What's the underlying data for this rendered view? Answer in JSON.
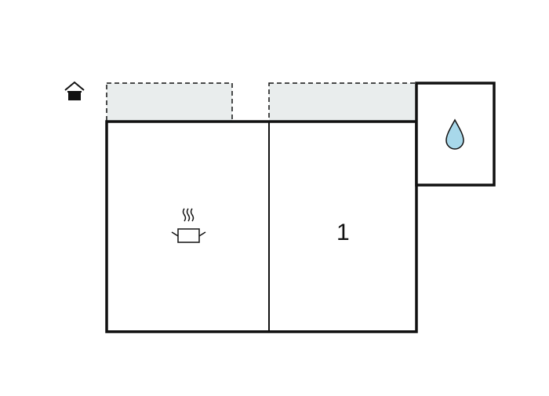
{
  "floorplan": {
    "rooms": [
      {
        "id": "kitchen",
        "icon": "cooking-pot-icon",
        "label": ""
      },
      {
        "id": "bedroom",
        "icon": "",
        "label": "1"
      },
      {
        "id": "bathroom",
        "icon": "water-drop-icon",
        "label": ""
      }
    ],
    "terraces": [
      {
        "id": "terrace-left"
      },
      {
        "id": "terrace-right"
      }
    ],
    "entrance_icon": "house-entrance-icon",
    "colors": {
      "wall": "#111111",
      "terrace_fill": "#e9eded",
      "water": "#a8d8ea",
      "background": "#ffffff"
    }
  }
}
